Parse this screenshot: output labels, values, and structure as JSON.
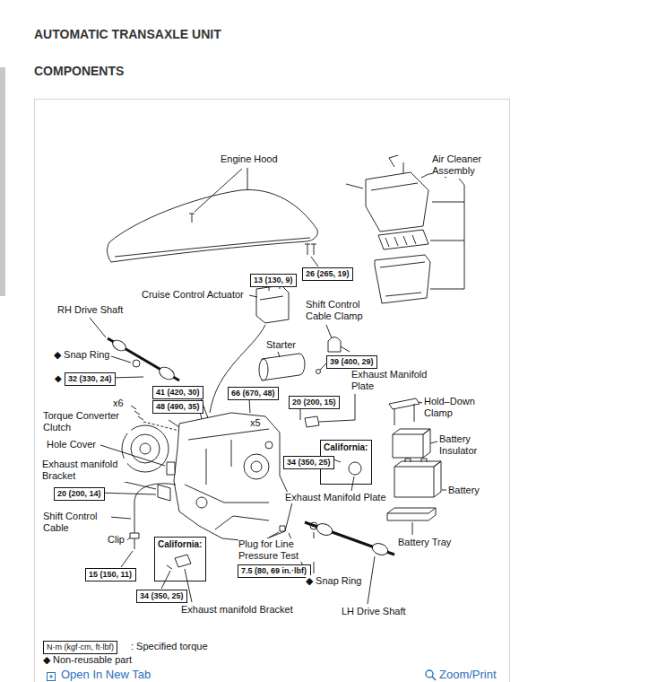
{
  "diagram": {
    "title": "AUTOMATIC TRANSAXLE UNIT",
    "nodes": [
      {
        "text": [
          "13 (130, 9)"
        ]
      },
      {
        "text": [
          "26 (265, 19)"
        ]
      },
      {
        "text": [
          "39 (400, 29)"
        ]
      },
      {
        "text": [
          "32 (330, 24)"
        ]
      },
      {
        "text": [
          "41 (420, 30)"
        ]
      },
      {
        "text": [
          "66 (670, 48)"
        ]
      },
      {
        "text": [
          "20 (200, 15)"
        ]
      },
      {
        "text": [
          "48 (490, 35)"
        ]
      },
      {
        "text": [
          "California:"
        ]
      },
      {
        "text": [
          "34 (350, 25)"
        ]
      },
      {
        "text": [
          "20 (200, 14)"
        ]
      },
      {
        "text": [
          "California:"
        ]
      },
      {
        "text": [
          "7.5 (80, 69 in.·lbf)"
        ]
      },
      {
        "text": [
          "15 (150, 11)"
        ]
      },
      {
        "text": [
          "34 (350, 25)"
        ]
      },
      {
        "text": [
          "N·m (kgf·cm, ft·lbf)"
        ]
      }
    ],
    "labels": [
      "COMPONENTS",
      "Engine Hood",
      "Air Cleaner Assembly",
      "Cruise Control Actuator",
      "Shift Control Cable Clamp",
      "RH Drive Shaft",
      "Starter",
      "◆ Snap Ring",
      "Exhaust Manifold Plate",
      "◆",
      "x6",
      "Hold–Down Clamp",
      "Torque Converter Clutch",
      "x5",
      "Battery Insulator",
      "Hole Cover",
      "Exhaust manifold Bracket",
      "Battery",
      "Exhaust Manifold Plate",
      "Shift Control Cable",
      "Clip",
      "Battery Tray",
      "Plug for Line Pressure Test",
      "◆ Snap Ring",
      "Exhaust manifold Bracket",
      "LH Drive Shaft",
      ": Specified torque",
      "◆ Non-reusable part",
      "Open In New Tab",
      "Zoom/Print"
    ]
  }
}
